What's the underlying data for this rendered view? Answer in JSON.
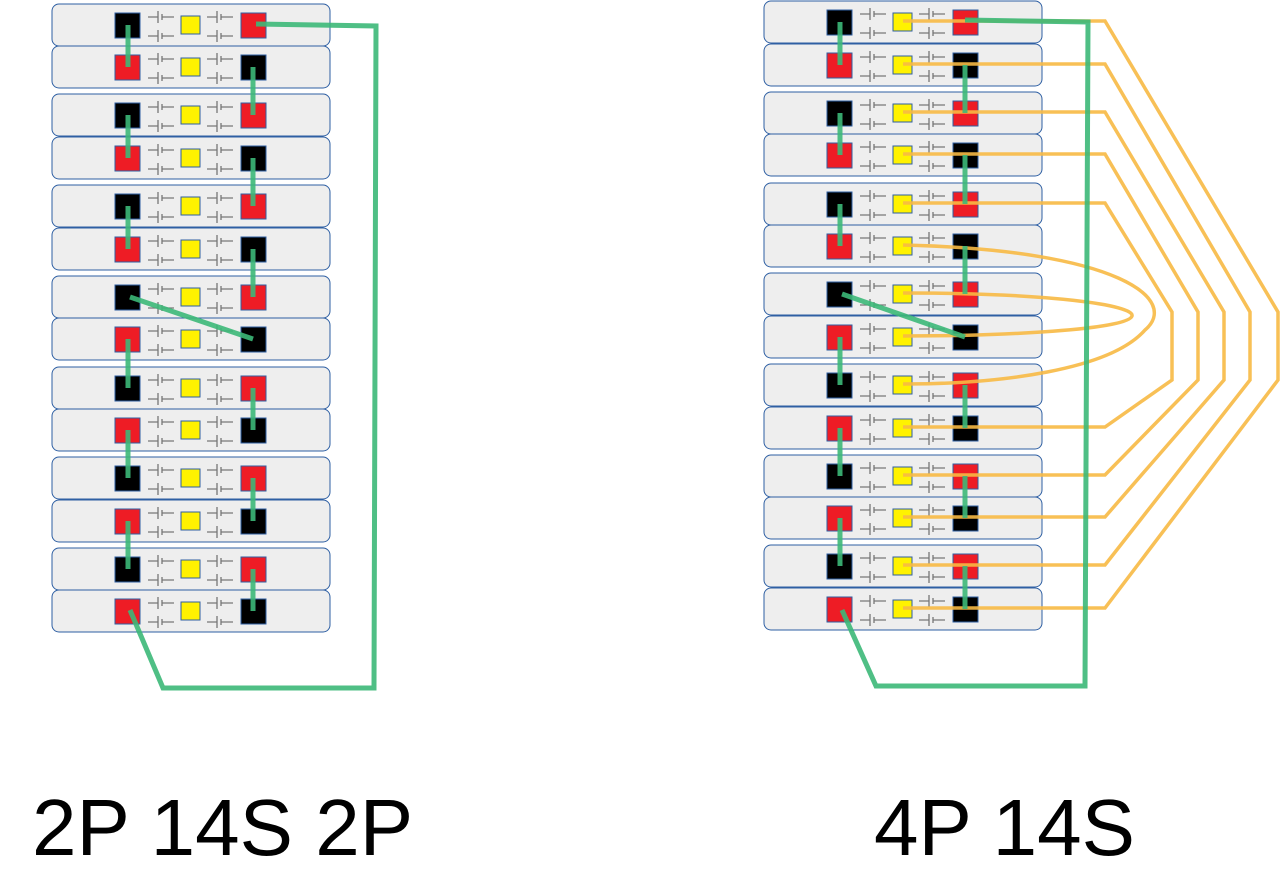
{
  "diagrams": [
    {
      "caption": "2P 14S 2P",
      "module_count": 14
    },
    {
      "caption": "4P 14S",
      "module_count": 14
    }
  ],
  "colors": {
    "module_fill": "#eeeeee",
    "module_border": "#2e5fa3",
    "positive": "#ee1c25",
    "negative": "#000000",
    "balance": "#fff200",
    "series_link": "#3cb878",
    "parallel_link": "#f7b944"
  }
}
